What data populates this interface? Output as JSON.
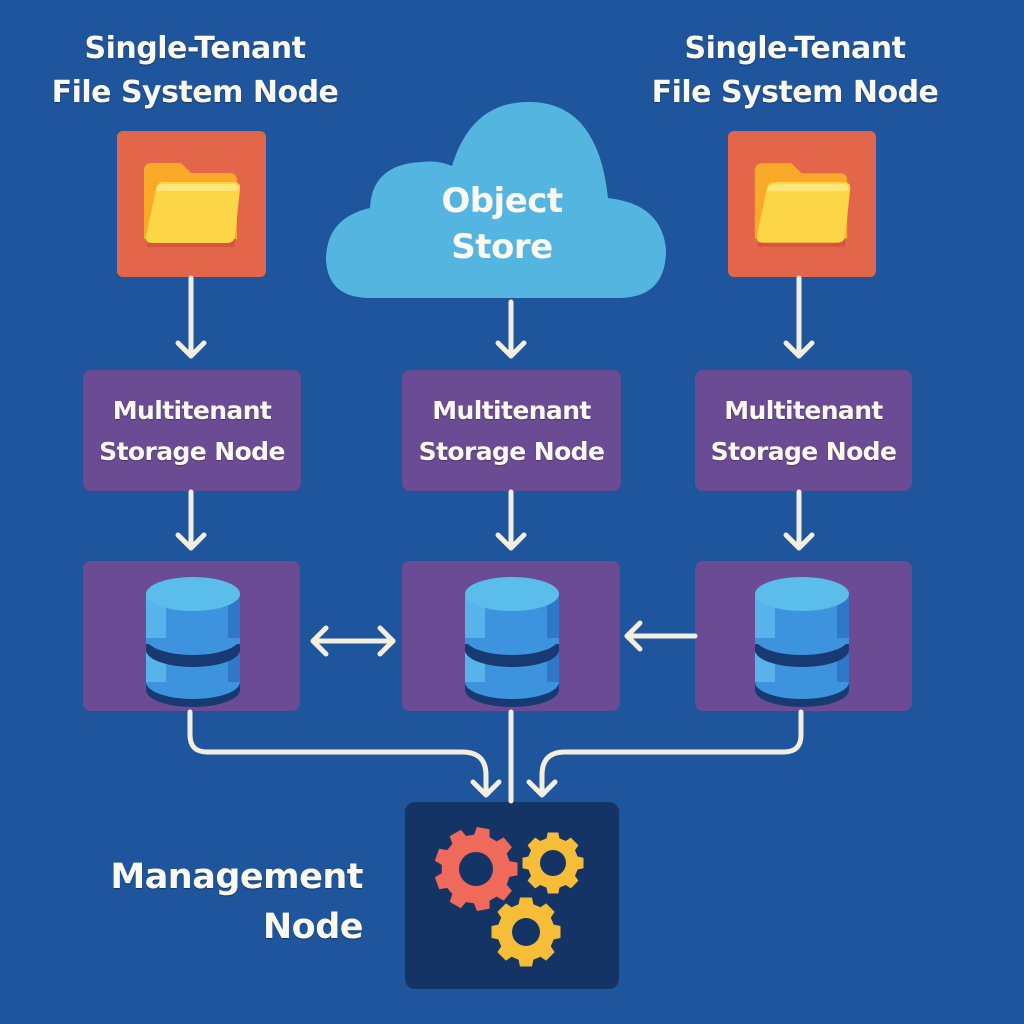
{
  "diagram": {
    "colors": {
      "background": "#1f559c",
      "file_node": "#e4664a",
      "storage_node": "#6b4b94",
      "cloud": "#54b6e0",
      "management_node": "#143466",
      "connector": "#f3eedf",
      "gear_red": "#ef6a5a",
      "gear_yellow": "#f6bd38"
    },
    "nodes": {
      "fs_left": {
        "title_line1": "Single-Tenant",
        "title_line2": "File System Node",
        "icon": "folder-icon"
      },
      "fs_right": {
        "title_line1": "Single-Tenant",
        "title_line2": "File System Node",
        "icon": "folder-icon"
      },
      "object_store": {
        "line1": "Object",
        "line2": "Store",
        "icon": "cloud-icon"
      },
      "storage_left": {
        "line1": "Multitenant",
        "line2": "Storage Node"
      },
      "storage_center": {
        "line1": "Multitenant",
        "line2": "Storage Node"
      },
      "storage_right": {
        "line1": "Multitenant",
        "line2": "Storage Node"
      },
      "db_left": {
        "icon": "database-icon"
      },
      "db_center": {
        "icon": "database-icon"
      },
      "db_right": {
        "icon": "database-icon"
      },
      "management": {
        "line1": "Management",
        "line2": "Node",
        "icon": "gears-icon"
      }
    },
    "edges": [
      {
        "from": "fs_left",
        "to": "storage_left",
        "type": "arrow"
      },
      {
        "from": "object_store",
        "to": "storage_center",
        "type": "arrow"
      },
      {
        "from": "fs_right",
        "to": "storage_right",
        "type": "arrow"
      },
      {
        "from": "storage_left",
        "to": "db_left",
        "type": "arrow"
      },
      {
        "from": "storage_center",
        "to": "db_center",
        "type": "arrow"
      },
      {
        "from": "storage_right",
        "to": "db_right",
        "type": "arrow"
      },
      {
        "from": "db_left",
        "to": "db_center",
        "type": "bidirectional"
      },
      {
        "from": "db_right",
        "to": "db_center",
        "type": "arrow"
      },
      {
        "from": "db_left",
        "to": "management",
        "type": "arrow"
      },
      {
        "from": "db_center",
        "to": "management",
        "type": "line"
      },
      {
        "from": "db_right",
        "to": "management",
        "type": "arrow"
      }
    ]
  }
}
